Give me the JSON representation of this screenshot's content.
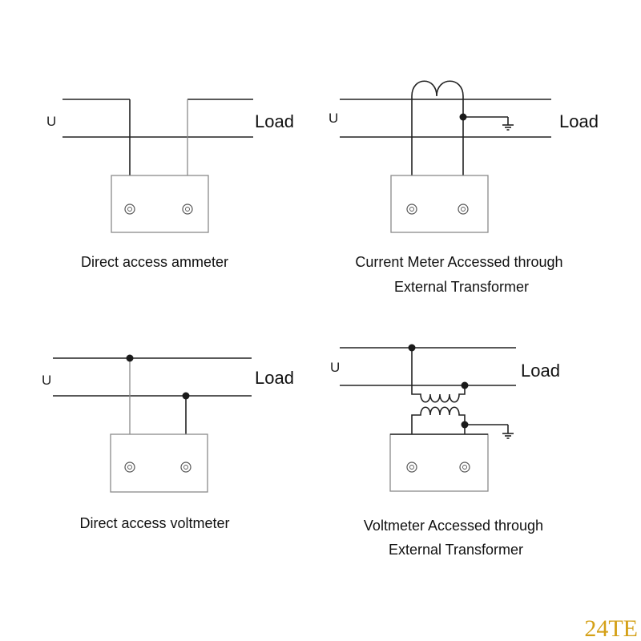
{
  "panels": {
    "ammeter_direct": {
      "u_label": "U",
      "load_label": "Load",
      "caption": "Direct access ammeter"
    },
    "ammeter_transformer": {
      "u_label": "U",
      "load_label": "Load",
      "caption_line1": "Current Meter Accessed through",
      "caption_line2": "External Transformer"
    },
    "voltmeter_direct": {
      "u_label": "U",
      "load_label": "Load",
      "caption": "Direct access voltmeter"
    },
    "voltmeter_transformer": {
      "u_label": "U",
      "load_label": "Load",
      "caption_line1": "Voltmeter Accessed through",
      "caption_line2": "External Transformer"
    }
  },
  "watermark": "24TE",
  "colors": {
    "wire": "#222222",
    "light_wire": "#8a8a8a",
    "watermark": "#d4a017"
  }
}
